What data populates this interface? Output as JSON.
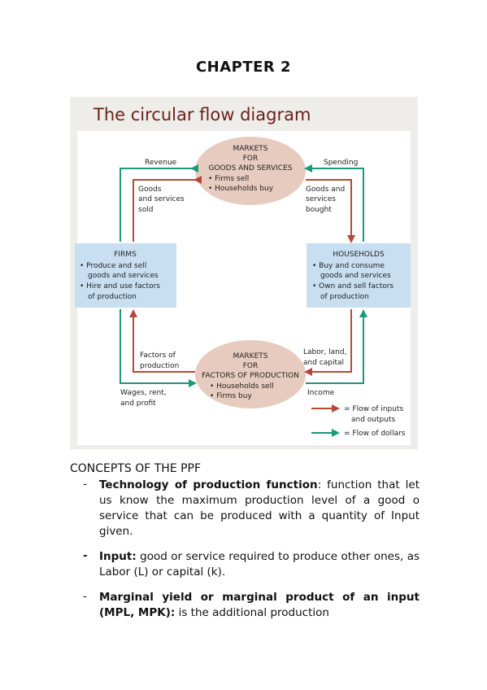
{
  "chapter": "CHAPTER 2",
  "figure": {
    "title": "The circular flow diagram",
    "markets_goods": [
      "MARKETS",
      "FOR",
      "GOODS AND SERVICES",
      "• Firms sell",
      "• Households buy"
    ],
    "markets_factors": [
      "MARKETS",
      "FOR",
      "FACTORS OF PRODUCTION",
      "• Households sell",
      "• Firms buy"
    ],
    "firms": {
      "title": "FIRMS",
      "lines": [
        "• Produce and sell",
        "goods and services",
        "• Hire and use factors",
        "of production"
      ]
    },
    "households": {
      "title": "HOUSEHOLDS",
      "lines": [
        "• Buy and consume",
        "goods and services",
        "• Own and sell factors",
        "of production"
      ]
    },
    "labels": {
      "revenue": "Revenue",
      "spending": "Spending",
      "goods_sold": [
        "Goods",
        "and services",
        "sold"
      ],
      "goods_bought": [
        "Goods and",
        "services",
        "bought"
      ],
      "factors_of_production": [
        "Factors of",
        "production"
      ],
      "labor": [
        "Labor, land,",
        "and capital"
      ],
      "wages": [
        "Wages, rent,",
        "and profit"
      ],
      "income": "Income"
    },
    "legend": {
      "inputs": [
        "= Flow of inputs",
        "and outputs"
      ],
      "dollars": "= Flow of dollars"
    },
    "colors": {
      "inputs_arrow": "#b5483b",
      "dollars_arrow": "#1a9a7a",
      "market_ellipse": "#e8cbbf",
      "agent_box": "#c8dff2"
    }
  },
  "section": {
    "title": "CONCEPTS OF THE PPF",
    "bullets": [
      {
        "dash": "-",
        "term": "Technology of production function",
        "text": ": function that let us know the maximum production level of a good o service that can be produced with a quantity of Input given."
      },
      {
        "dash": "-",
        "term": "Input:",
        "text": " good or service required to produce other ones, as Labor (L) or capital (k)."
      },
      {
        "dash": "-",
        "term": "Marginal yield or marginal product of an input (MPL, MPK):",
        "text": " is the additional production"
      }
    ]
  }
}
